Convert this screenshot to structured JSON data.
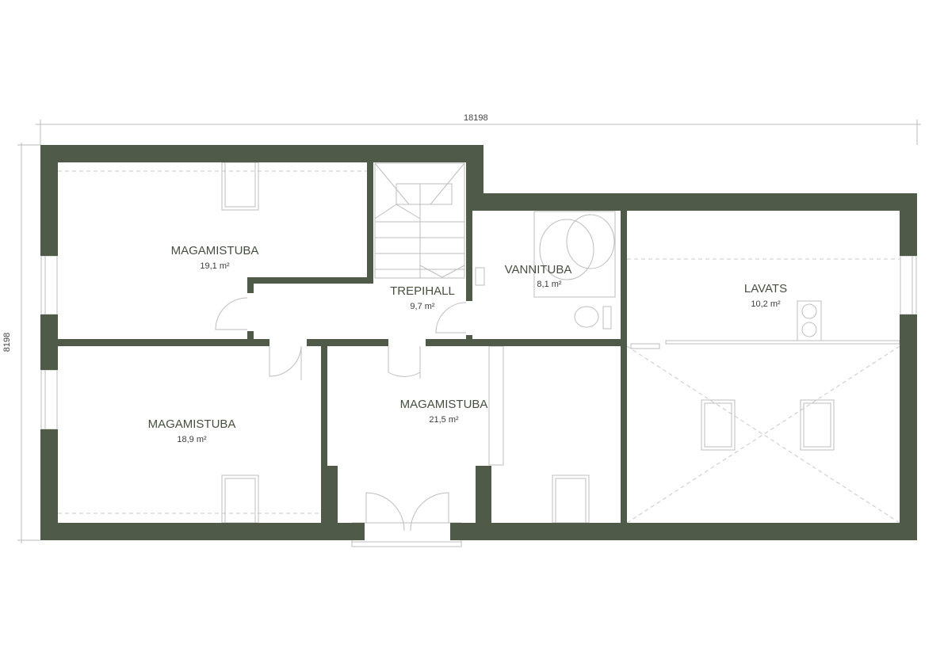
{
  "dimensions": {
    "width": "18198",
    "height": "8198"
  },
  "rooms": [
    {
      "name": "MAGAMISTUBA",
      "area": "19,1 m²"
    },
    {
      "name": "TREPIHALL",
      "area": "9,7 m²"
    },
    {
      "name": "VANNITUBA",
      "area": "8,1 m²"
    },
    {
      "name": "LAVATS",
      "area": "10,2 m²"
    },
    {
      "name": "MAGAMISTUBA",
      "area": "18,9 m²"
    },
    {
      "name": "MAGAMISTUBA",
      "area": "21,5 m²"
    }
  ],
  "colors": {
    "wall": "#4f5b48",
    "text": "#46503f"
  }
}
